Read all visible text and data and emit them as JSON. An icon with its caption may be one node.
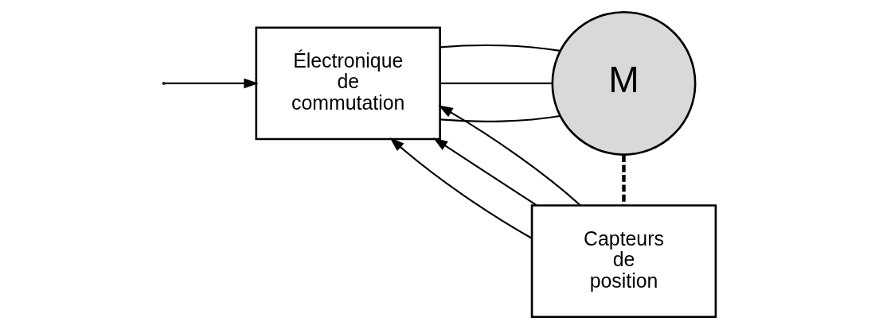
{
  "diagram": {
    "nodes": [
      {
        "text": [
          "Électronique de commutation"
        ]
      },
      {
        "text": [
          "M"
        ]
      },
      {
        "text": [
          "Capteurs de position"
        ]
      }
    ],
    "edges": [
      {
        "from": null,
        "to": 0,
        "arrow": "to"
      },
      {
        "from": 0,
        "to": 1,
        "arrow": "none"
      },
      {
        "from": 0,
        "to": 1,
        "arrow": "none"
      },
      {
        "from": 0,
        "to": 1,
        "arrow": "none"
      },
      {
        "from": 1,
        "to": 2,
        "arrow": "none",
        "style": "dashed"
      },
      {
        "from": 2,
        "to": 0,
        "arrow": "to"
      },
      {
        "from": 2,
        "to": 0,
        "arrow": "to"
      },
      {
        "from": 2,
        "to": 0,
        "arrow": "to"
      }
    ]
  }
}
